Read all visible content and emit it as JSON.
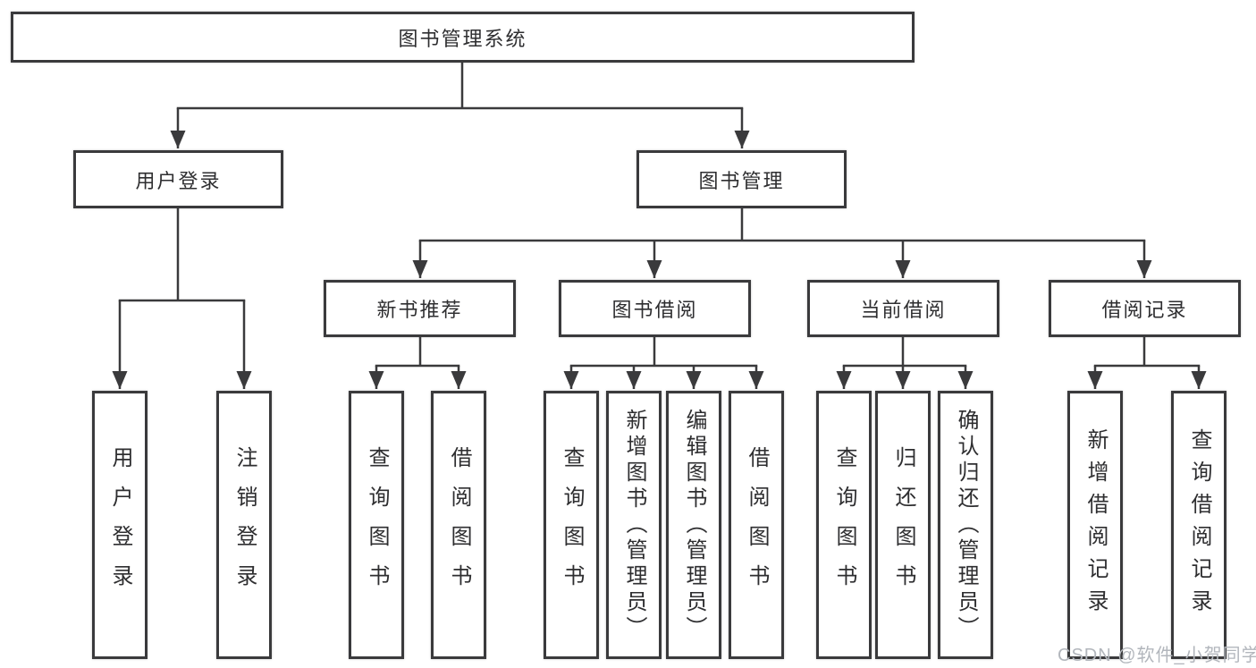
{
  "tree": {
    "label": "图书管理系统",
    "children": [
      {
        "label": "用户登录",
        "children": [
          {
            "label": "用户登录"
          },
          {
            "label": "注销登录"
          }
        ]
      },
      {
        "label": "图书管理",
        "children": [
          {
            "label": "新书推荐",
            "children": [
              {
                "label": "查询图书"
              },
              {
                "label": "借阅图书"
              }
            ]
          },
          {
            "label": "图书借阅",
            "children": [
              {
                "label": "查询图书"
              },
              {
                "label": "新增图书（管理员）"
              },
              {
                "label": "编辑图书（管理员）"
              },
              {
                "label": "借阅图书"
              }
            ]
          },
          {
            "label": "当前借阅",
            "children": [
              {
                "label": "查询图书"
              },
              {
                "label": "归还图书"
              },
              {
                "label": "确认归还（管理员）"
              }
            ]
          },
          {
            "label": "借阅记录",
            "children": [
              {
                "label": "新增借阅记录"
              },
              {
                "label": "查询借阅记录"
              }
            ]
          }
        ]
      }
    ]
  },
  "watermark": "CSDN @软件_小贺同学",
  "colors": {
    "line": "#3a3a3c",
    "box_border": "#3a3a3c",
    "text": "#2e2e30",
    "watermark": "#b2b6bc"
  }
}
